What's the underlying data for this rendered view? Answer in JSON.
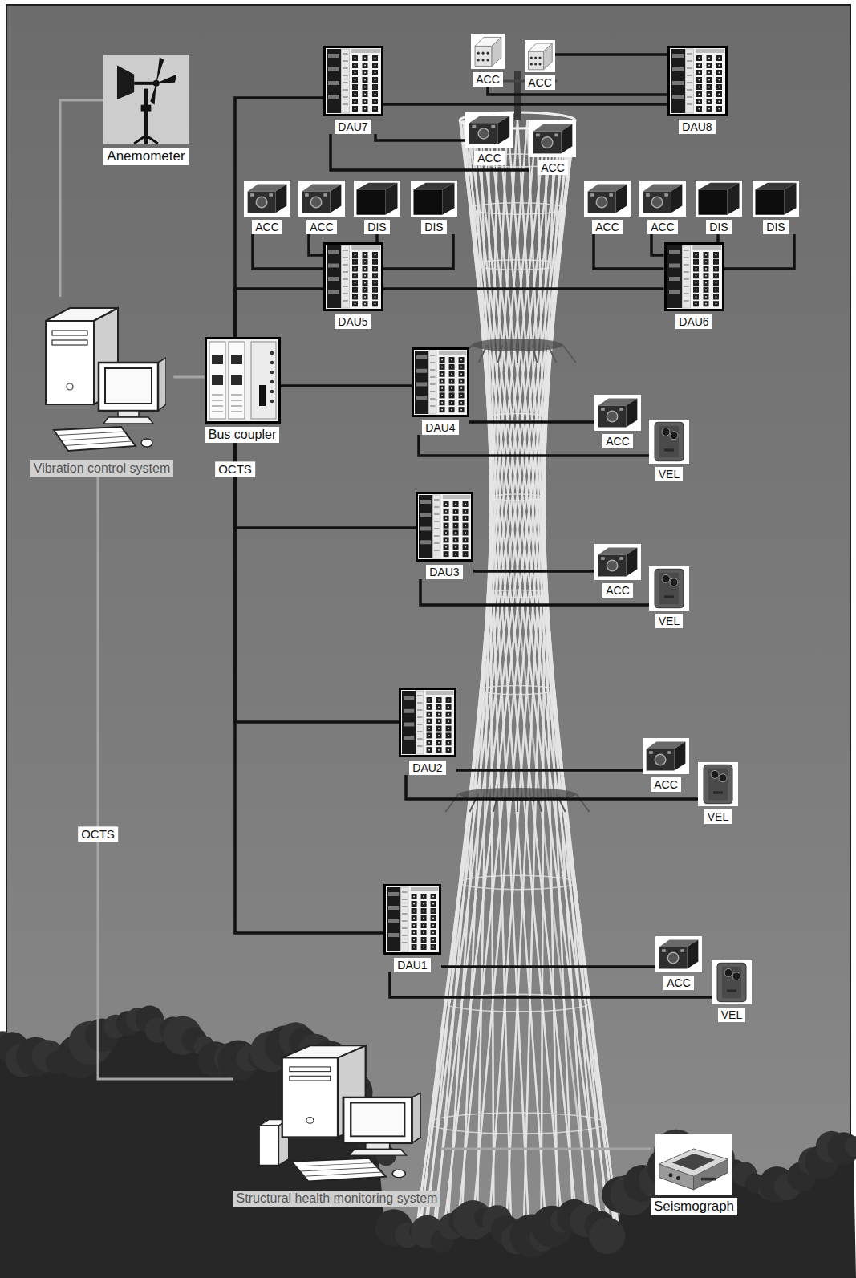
{
  "diagram": {
    "nodes": [
      {
        "text": [
          "ACC"
        ]
      },
      {
        "text": [
          "ACC"
        ]
      },
      {
        "text": [
          "Anemometer"
        ]
      },
      {
        "text": [
          "DAU7"
        ]
      },
      {
        "text": [
          "DAU8"
        ]
      },
      {
        "text": [
          "ACC"
        ]
      },
      {
        "text": [
          "ACC"
        ]
      },
      {
        "text": [
          "ACC"
        ]
      },
      {
        "text": [
          "ACC"
        ]
      },
      {
        "text": [
          "DIS"
        ]
      },
      {
        "text": [
          "DIS"
        ]
      },
      {
        "text": [
          "ACC"
        ]
      },
      {
        "text": [
          "ACC"
        ]
      },
      {
        "text": [
          "DIS"
        ]
      },
      {
        "text": [
          "DIS"
        ]
      },
      {
        "text": [
          "DAU5"
        ]
      },
      {
        "text": [
          "DAU6"
        ]
      },
      {
        "text": [
          "Bus coupler"
        ]
      },
      {
        "text": [
          "DAU4"
        ]
      },
      {
        "text": [
          "ACC"
        ]
      },
      {
        "text": [
          "VEL"
        ]
      },
      {
        "text": [
          "Vibration control system"
        ]
      },
      {
        "text": [
          "DAU3"
        ]
      },
      {
        "text": [
          "ACC"
        ]
      },
      {
        "text": [
          "VEL"
        ]
      },
      {
        "text": [
          "DAU2"
        ]
      },
      {
        "text": [
          "ACC"
        ]
      },
      {
        "text": [
          "VEL"
        ]
      },
      {
        "text": [
          "DAU1"
        ]
      },
      {
        "text": [
          "ACC"
        ]
      },
      {
        "text": [
          "VEL"
        ]
      },
      {
        "text": [
          "Structural health monitoring system"
        ]
      },
      {
        "text": [
          "Seismograph"
        ]
      }
    ],
    "edges": [
      {
        "from": 2,
        "to": 21,
        "arrow": "none"
      },
      {
        "from": 17,
        "to": 3,
        "arrow": "none"
      },
      {
        "from": 3,
        "to": 4,
        "arrow": "none"
      },
      {
        "from": 4,
        "to": 0,
        "arrow": "none"
      },
      {
        "from": 4,
        "to": 1,
        "arrow": "none"
      },
      {
        "from": 3,
        "to": 5,
        "arrow": "none"
      },
      {
        "from": 3,
        "to": 6,
        "arrow": "none"
      },
      {
        "from": 17,
        "to": 15,
        "arrow": "none"
      },
      {
        "from": 15,
        "to": 16,
        "arrow": "none"
      },
      {
        "from": 15,
        "to": 7,
        "arrow": "none"
      },
      {
        "from": 15,
        "to": 8,
        "arrow": "none"
      },
      {
        "from": 15,
        "to": 9,
        "arrow": "none"
      },
      {
        "from": 15,
        "to": 10,
        "arrow": "none"
      },
      {
        "from": 16,
        "to": 11,
        "arrow": "none"
      },
      {
        "from": 16,
        "to": 12,
        "arrow": "none"
      },
      {
        "from": 16,
        "to": 13,
        "arrow": "none"
      },
      {
        "from": 16,
        "to": 14,
        "arrow": "none"
      },
      {
        "from": 21,
        "to": 17,
        "arrow": "none"
      },
      {
        "from": 17,
        "to": 18,
        "arrow": "none"
      },
      {
        "from": 18,
        "to": 19,
        "arrow": "none"
      },
      {
        "from": 18,
        "to": 20,
        "arrow": "none"
      },
      {
        "from": 17,
        "to": 22,
        "arrow": "none"
      },
      {
        "from": 22,
        "to": 23,
        "arrow": "none"
      },
      {
        "from": 22,
        "to": 24,
        "arrow": "none"
      },
      {
        "from": 17,
        "to": 25,
        "arrow": "none"
      },
      {
        "from": 25,
        "to": 26,
        "arrow": "none"
      },
      {
        "from": 25,
        "to": 27,
        "arrow": "none"
      },
      {
        "from": 17,
        "to": 28,
        "arrow": "none"
      },
      {
        "from": 28,
        "to": 29,
        "arrow": "none"
      },
      {
        "from": 28,
        "to": 30,
        "arrow": "none"
      },
      {
        "from": 21,
        "to": 31,
        "label": "OCTS",
        "arrow": "none"
      },
      {
        "from": 31,
        "to": 32,
        "arrow": "none"
      }
    ],
    "labels": [
      "OCTS"
    ]
  }
}
